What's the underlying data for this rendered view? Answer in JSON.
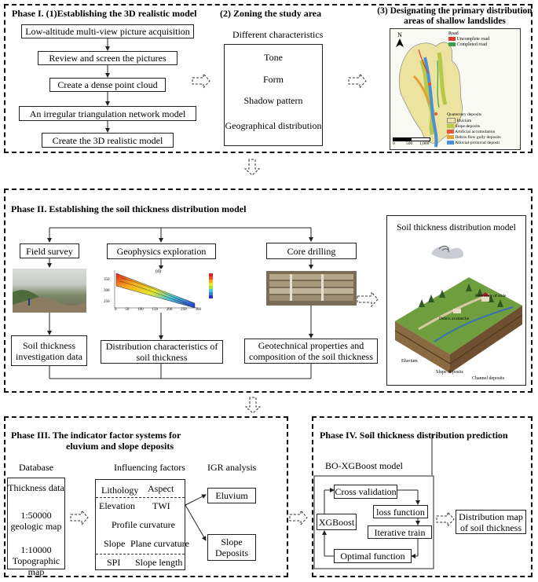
{
  "phase1": {
    "title": "Phase I. (1)Establishing the 3D realistic model",
    "steps": [
      "Low-altitude multi-view picture acquisition",
      "Review and screen the pictures",
      "Create a dense point cloud",
      "An irregular triangulation network model",
      "Create the 3D realistic model"
    ],
    "zoning_title": "(2) Zoning the study area",
    "zoning_subtitle": "Different characteristics",
    "zoning_items": [
      "Tone",
      "Form",
      "Shadow pattern",
      "Geographical distribution"
    ],
    "designating_title": "(3) Designating the primary distribution areas of shallow landslides",
    "map": {
      "north": "N",
      "road_title": "Road",
      "road_items": [
        "Uncomplete road",
        "Completed road"
      ],
      "deposit_title": "Quaternary deposits",
      "deposit_items": [
        "Eluvium",
        "Slope deposits",
        "Artificial accumulation",
        "Debris flow gully deposits",
        "Alluvial-proluvial deposit"
      ],
      "scale_labels": [
        "0",
        "500",
        "1,000"
      ],
      "colors": {
        "uncomplete_road": "#e03a2f",
        "completed_road": "#3aa04a",
        "eluvium": "#ece3a0",
        "slope": "#b8c94a",
        "artificial": "#e8553a",
        "debris": "#e3a035",
        "alluvial": "#4a8fd8"
      }
    }
  },
  "phase2": {
    "title": "Phase II. Establishing the soil thickness distribution model",
    "methods": [
      "Field survey",
      "Geophysics exploration",
      "Core drilling"
    ],
    "results": [
      "Soil thickness investigation data",
      "Distribution characteristics of soil thickness",
      "Geotechnical properties and composition of the soil thickness"
    ],
    "model_title": "Soil thickness distribution model",
    "geo_plot": {
      "title": "(d)",
      "y_ticks": [
        "350",
        "300",
        "250"
      ],
      "x_ticks": [
        "0",
        "50",
        "100",
        "150",
        "200",
        "250",
        "300"
      ]
    },
    "model_labels": [
      "Eluvium",
      "Slope deposits",
      "Channel deposits",
      "Boundary of slide",
      "Debris avalanche"
    ]
  },
  "phase3": {
    "title_line1": "Phase III. The indicator factor systems for",
    "title_line2": "eluvium and slope deposits",
    "database_label": "Database",
    "database_items": [
      "Thickness data",
      "1:50000 geologic map",
      "1:10000 Topographic map"
    ],
    "factors_label": "Influencing factors",
    "factors_rows": [
      [
        "Lithology",
        "Aspect"
      ],
      [
        "Elevation",
        "TWI"
      ],
      [
        "Profile curvature"
      ],
      [
        "Slope",
        "Plane curvature"
      ],
      [
        "SPI",
        "Slope length"
      ]
    ],
    "igr_label": "IGR analysis",
    "igr_items": [
      "Eluvium",
      "Slope Deposits"
    ]
  },
  "phase4": {
    "title": "Phase IV. Soil thickness distribution prediction",
    "model_label": "BO-XGBoost model",
    "xgboost": "XGBoost",
    "loop_items": [
      "Cross validation",
      "loss function",
      "Iterative train",
      "Optimal function"
    ],
    "output": "Distribution map of soil thickness"
  }
}
